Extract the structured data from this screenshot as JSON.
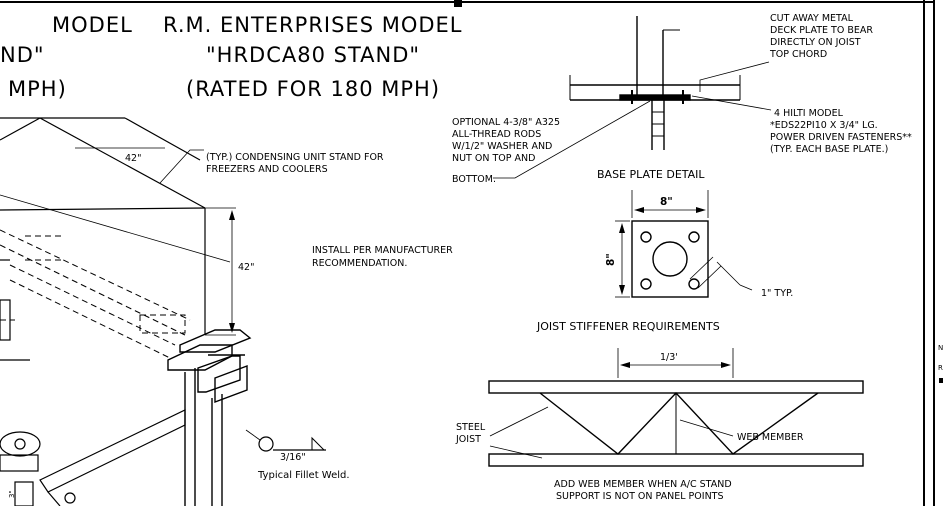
{
  "title_left": {
    "line1": "MODEL",
    "line2": "ND\"",
    "line3": "MPH)"
  },
  "title_right": {
    "line1": "R.M.   ENTERPRISES MODEL",
    "line2": "\"HRDCA80  STAND\"",
    "line3": "(RATED  FOR  180  MPH)"
  },
  "iso_view": {
    "dim_top": "42\"",
    "dim_side": "42\"",
    "typ_note_line1": "(TYP.) CONDENSING UNIT STAND FOR",
    "typ_note_line2": "FREEZERS AND COOLERS",
    "install_line1": "INSTALL PER MANUFACTURER",
    "install_line2": "RECOMMENDATION.",
    "weld_size": "3/16\"",
    "weld_label": "Typical Fillet Weld.",
    "bottom_dim": "3\""
  },
  "base_plate_detail": {
    "cutaway_line1": "CUT AWAY METAL",
    "cutaway_line2": "DECK PLATE TO BEAR",
    "cutaway_line3": "DIRECTLY ON JOIST",
    "cutaway_line4": "TOP CHORD",
    "rods_line1": "OPTIONAL 4-3/8\" A325",
    "rods_line2": "ALL-THREAD RODS",
    "rods_line3": "W/1/2\" WASHER AND",
    "rods_line4": "NUT ON TOP AND",
    "rods_line5": "BOTTOM.",
    "hilti_line1": "4 HILTI MODEL",
    "hilti_line2": "*EDS22PI10 X 3/4\" LG.",
    "hilti_line3": "POWER DRIVEN FASTENERS**",
    "hilti_line4": "(TYP. EACH BASE PLATE.)",
    "caption": "BASE PLATE DETAIL"
  },
  "plate": {
    "width_dim": "8\"",
    "height_dim": "8\"",
    "hole_note": "1\" TYP."
  },
  "joist": {
    "caption": "JOIST STIFFENER REQUIREMENTS",
    "span_dim": "1/3'",
    "steel_joist_line1": "STEEL",
    "steel_joist_line2": "JOIST",
    "web_member": "WEB MEMBER",
    "note_line1": "ADD WEB MEMBER WHEN A/C STAND",
    "note_line2": "SUPPORT   IS NOT ON PANEL POINTS"
  },
  "side_panel": {
    "line1": "N",
    "line2": "R"
  }
}
